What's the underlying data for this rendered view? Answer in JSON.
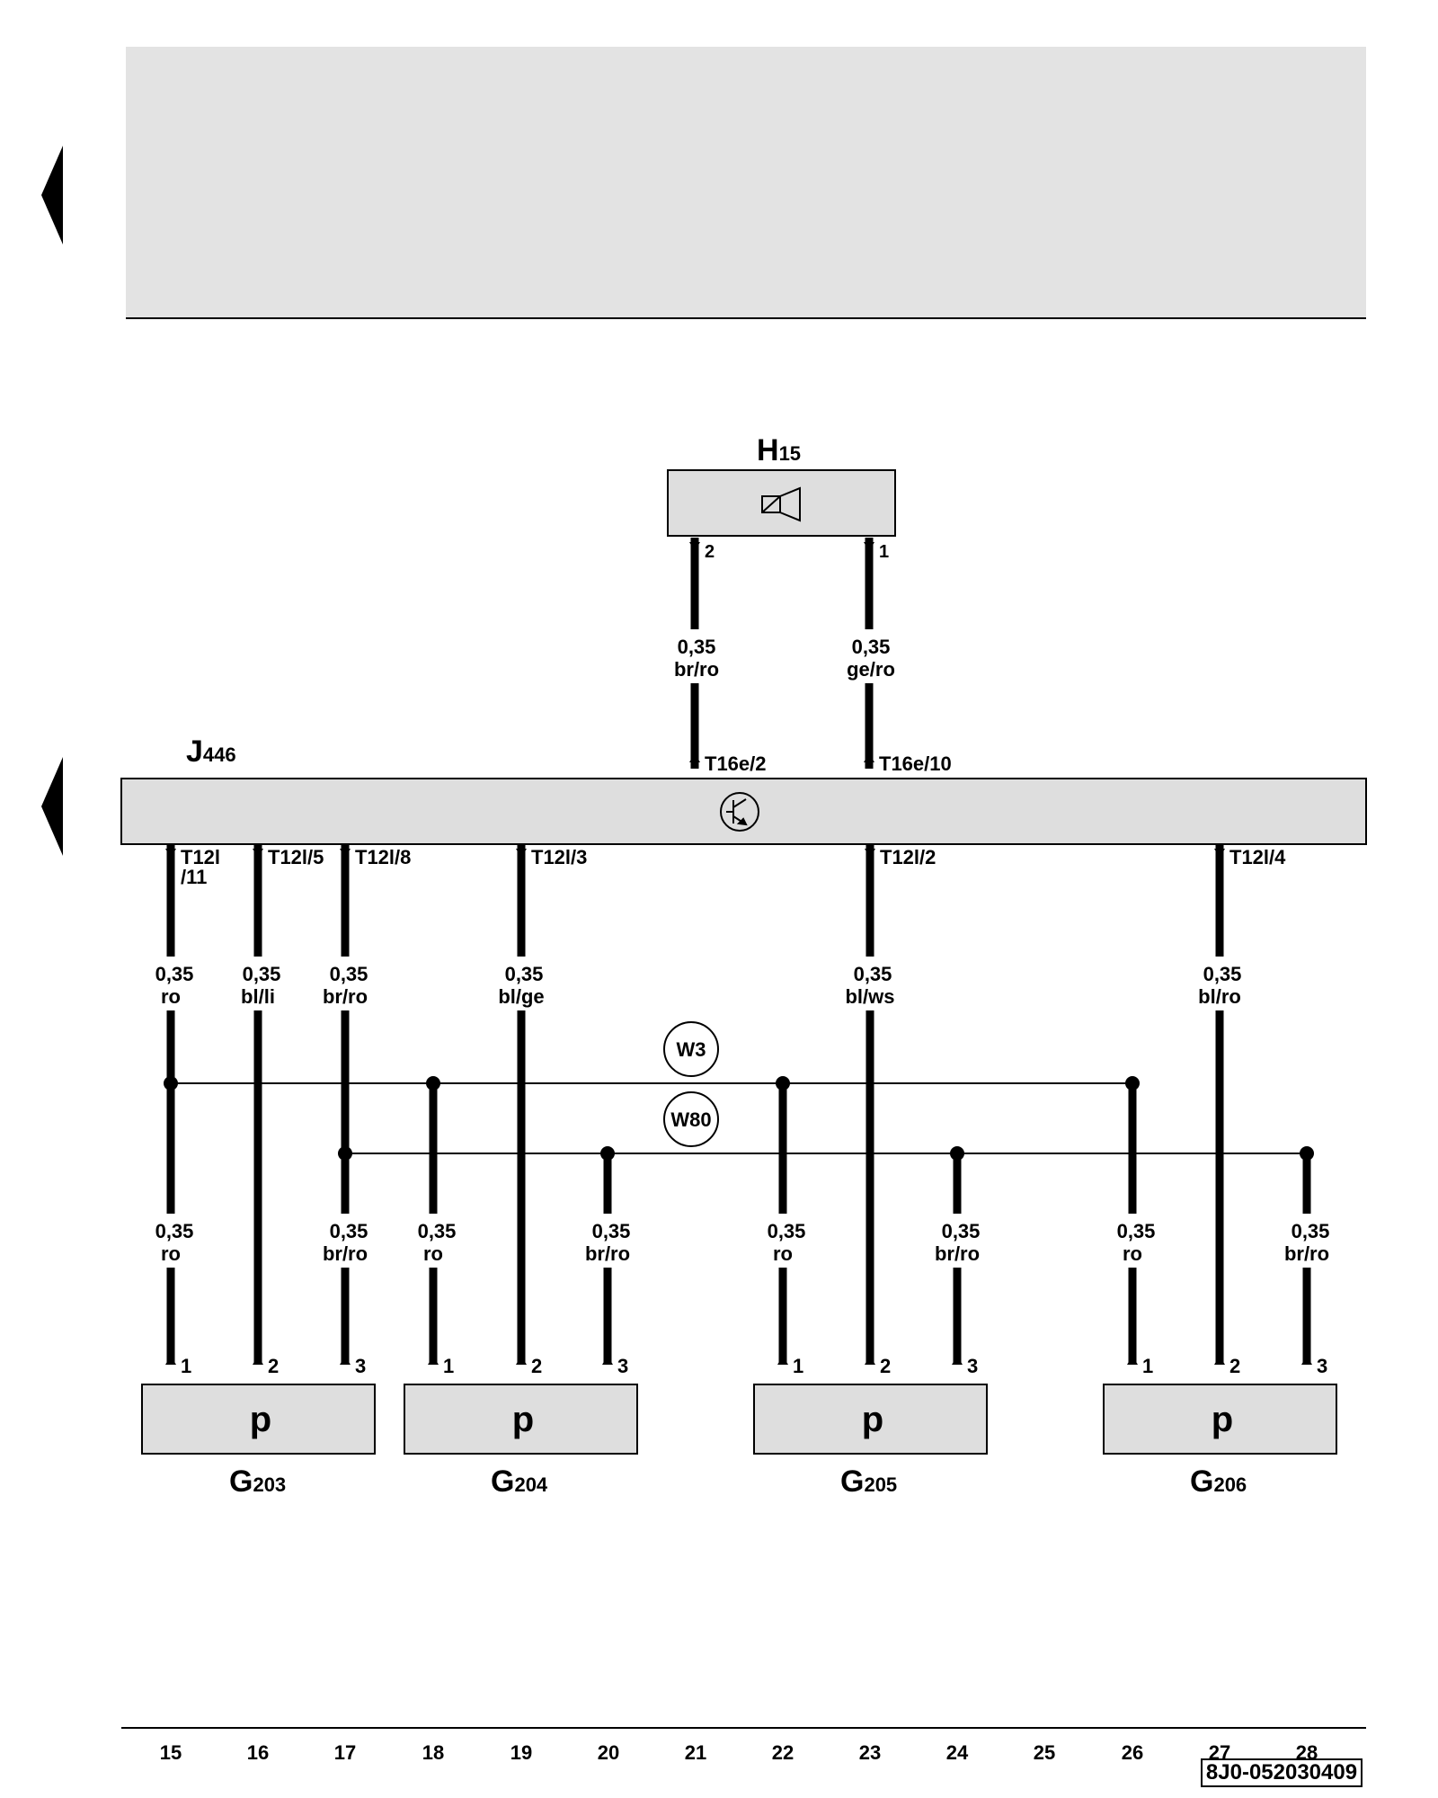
{
  "components": {
    "H15": {
      "letter": "H",
      "number": "15"
    },
    "J446": {
      "letter": "J",
      "number": "446"
    },
    "G203": {
      "letter": "G",
      "number": "203"
    },
    "G204": {
      "letter": "G",
      "number": "204"
    },
    "G205": {
      "letter": "G",
      "number": "205"
    },
    "G206": {
      "letter": "G",
      "number": "206"
    }
  },
  "h15_pins": {
    "left": "2",
    "right": "1"
  },
  "top_wires": [
    {
      "size": "0,35",
      "color": "br/ro",
      "conn": "T16e/2"
    },
    {
      "size": "0,35",
      "color": "ge/ro",
      "conn": "T16e/10"
    }
  ],
  "j446_conns": {
    "c1_a": "T12l",
    "c1_b": "/11",
    "c2": "T12l/5",
    "c3": "T12l/8",
    "c4": "T12l/3",
    "c5": "T12l/2",
    "c6": "T12l/4"
  },
  "upper_wires": [
    {
      "size": "0,35",
      "color": "ro"
    },
    {
      "size": "0,35",
      "color": "bl/li"
    },
    {
      "size": "0,35",
      "color": "br/ro"
    },
    {
      "size": "0,35",
      "color": "bl/ge"
    },
    {
      "size": "0,35",
      "color": "bl/ws"
    },
    {
      "size": "0,35",
      "color": "bl/ro"
    }
  ],
  "splices": {
    "w3": "W3",
    "w80": "W80"
  },
  "lower_wires": [
    {
      "size": "0,35",
      "color": "ro"
    },
    {
      "size": "0,35",
      "color": "br/ro"
    },
    {
      "size": "0,35",
      "color": "ro"
    },
    {
      "size": "0,35",
      "color": "br/ro"
    },
    {
      "size": "0,35",
      "color": "ro"
    },
    {
      "size": "0,35",
      "color": "br/ro"
    },
    {
      "size": "0,35",
      "color": "ro"
    },
    {
      "size": "0,35",
      "color": "br/ro"
    }
  ],
  "sensor_pins": [
    "1",
    "2",
    "3"
  ],
  "sensor_symbol": "p",
  "grid_numbers": [
    "15",
    "16",
    "17",
    "18",
    "19",
    "20",
    "21",
    "22",
    "23",
    "24",
    "25",
    "26",
    "27",
    "28"
  ],
  "doc_code": "8J0-052030409"
}
